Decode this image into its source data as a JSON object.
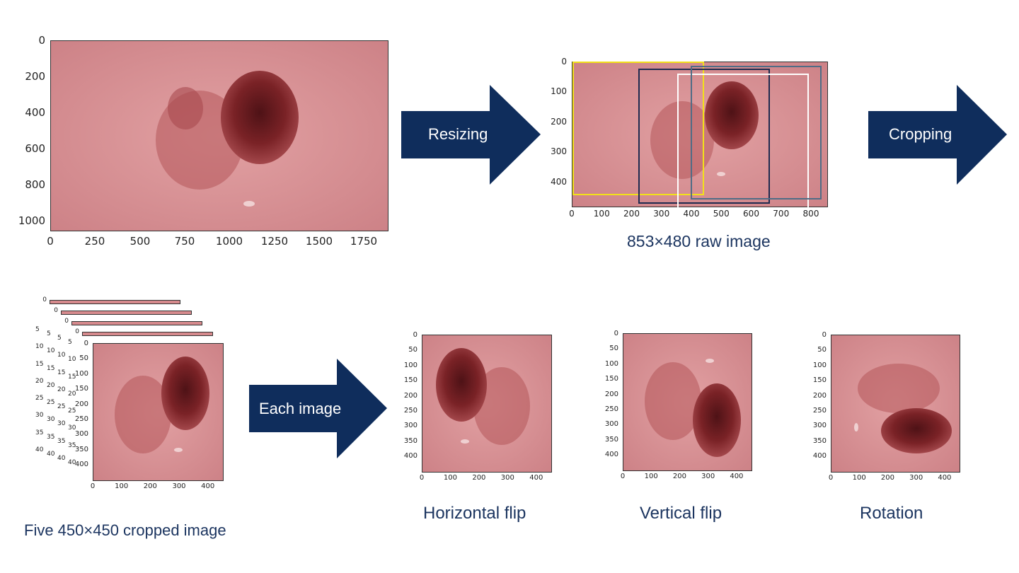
{
  "arrows": {
    "resizing": "Resizing",
    "cropping": "Cropping",
    "each_image": "Each image"
  },
  "captions": {
    "raw_image": "853×480 raw image",
    "cropped": "Five 450×450 cropped image",
    "horizontal_flip": "Horizontal flip",
    "vertical_flip": "Vertical flip",
    "rotation": "Rotation"
  },
  "colors": {
    "arrow": "#0f2d5c",
    "skin": "#d68a8d",
    "lesion": "#6a1e22",
    "crop_yellow": "#f2e11a",
    "crop_navy": "#1e2a4f",
    "crop_white": "#ffffff",
    "crop_steel": "#4f6d86"
  },
  "original": {
    "y_ticks": [
      "0",
      "200",
      "400",
      "600",
      "800",
      "1000"
    ],
    "x_ticks": [
      "0",
      "250",
      "500",
      "750",
      "1000",
      "1250",
      "1500",
      "1750"
    ]
  },
  "resized": {
    "y_ticks": [
      "0",
      "100",
      "200",
      "300",
      "400"
    ],
    "x_ticks": [
      "0",
      "100",
      "200",
      "300",
      "400",
      "500",
      "600",
      "700",
      "800"
    ]
  },
  "stack": {
    "top_ticks": [
      "0",
      "0",
      "0",
      "0"
    ],
    "side_ticks": [
      "5",
      "10",
      "15",
      "20",
      "25",
      "30",
      "35",
      "40"
    ]
  },
  "crop450": {
    "y_ticks": [
      "0",
      "50",
      "100",
      "150",
      "200",
      "250",
      "300",
      "350",
      "400"
    ],
    "x_ticks": [
      "0",
      "100",
      "200",
      "300",
      "400"
    ]
  }
}
